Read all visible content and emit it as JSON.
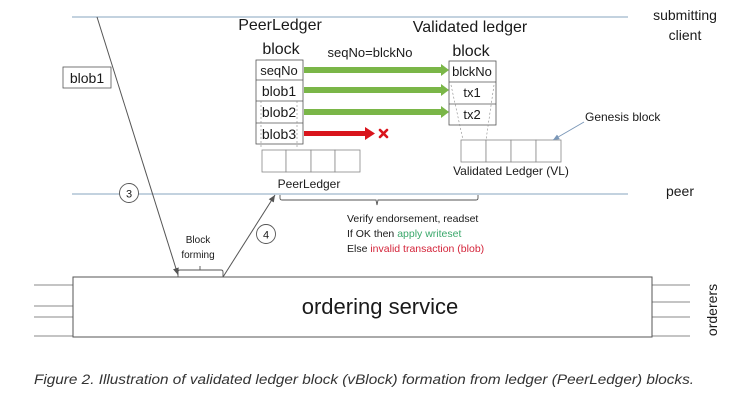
{
  "lanes": {
    "client_label_line1": "submitting",
    "client_label_line2": "client",
    "peer_label": "peer",
    "orderers_label": "orderers"
  },
  "peer_ledger_block": {
    "title_line1": "PeerLedger",
    "title_line2": "block",
    "cells": [
      "seqNo",
      "blob1",
      "blob2",
      "blob3"
    ],
    "chain_label": "PeerLedger"
  },
  "validated_ledger_block": {
    "title_line1": "Validated ledger",
    "title_line2": "block",
    "cells": [
      "blckNo",
      "tx1",
      "tx2"
    ],
    "chain_label": "Validated Ledger (VL)",
    "genesis_label": "Genesis block"
  },
  "mapping_label": "seqNo=blckNo",
  "blob_box_label": "blob1",
  "steps": [
    "3",
    "4"
  ],
  "block_forming_line1": "Block",
  "block_forming_line2": "forming",
  "validation": {
    "line1": "Verify  endorsement,  readset",
    "line2_prefix": "If OK then ",
    "line2_action": "apply writeset",
    "line3_prefix": "Else  ",
    "line3_action": "invalid transaction (blob)"
  },
  "ordering_service_label": "ordering service",
  "caption": "Figure 2. Illustration of validated ledger block (vBlock) formation from ledger (PeerLedger) blocks.",
  "colors": {
    "valid_arrow": "#7ab648",
    "invalid_arrow": "#d9141c",
    "lane_line": "#9fb6cc",
    "apply_text": "#3aa86b",
    "invalid_text": "#d4243a"
  }
}
